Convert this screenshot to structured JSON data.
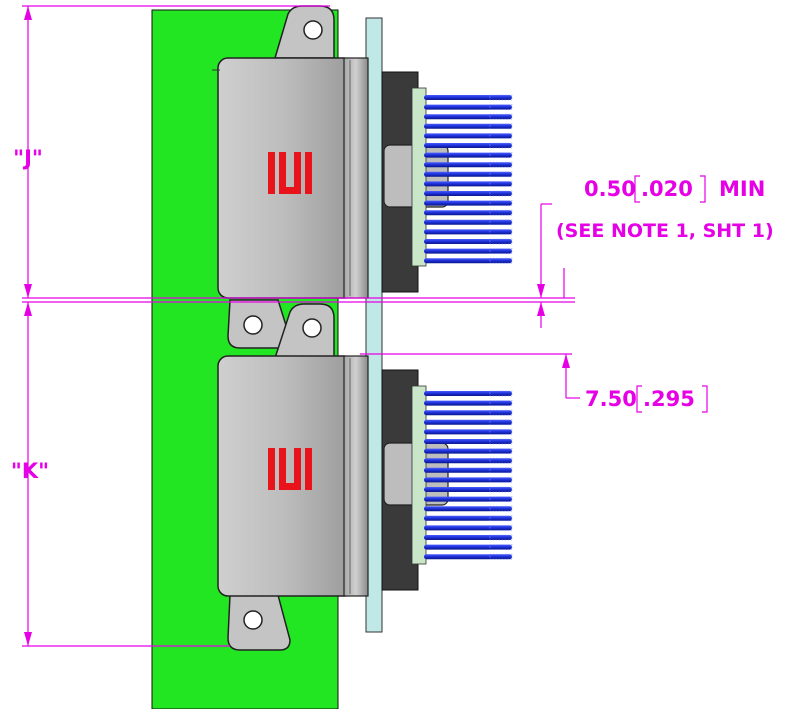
{
  "dimensions": {
    "j_label": "\"J\"",
    "k_label": "\"K\"",
    "gap_metric": "0.50",
    "gap_imperial": ".020",
    "gap_suffix": "MIN",
    "gap_note": "(SEE NOTE 1, SHT 1)",
    "pitch_metric": "7.50",
    "pitch_imperial": ".295"
  },
  "colors": {
    "pcb": "#22e622",
    "dimension": "#e600e6",
    "housing": "#bdbdbd",
    "panel": "#bfe8e6",
    "wire": "#1b2fd6",
    "logo": "#e8131b"
  }
}
